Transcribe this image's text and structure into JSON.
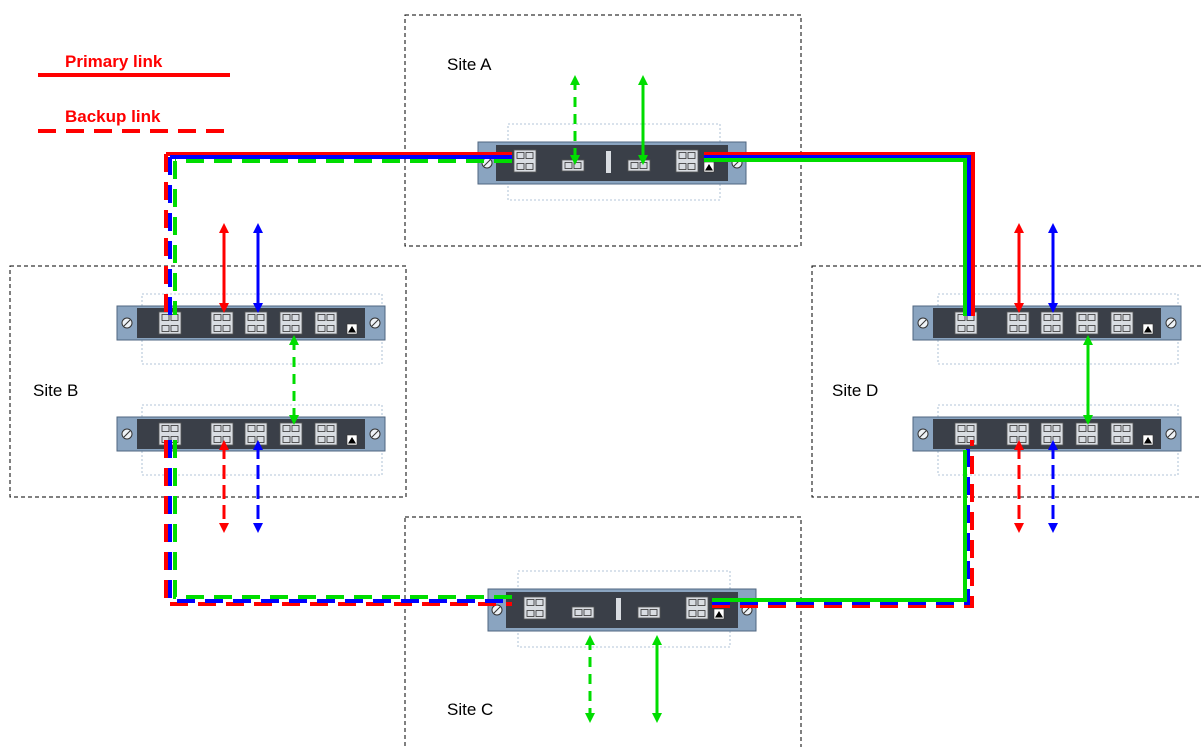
{
  "legend": {
    "primary_label": "Primary link",
    "backup_label": "Backup link"
  },
  "sites": {
    "a": "Site A",
    "b": "Site B",
    "c": "Site C",
    "d": "Site D"
  },
  "colors": {
    "primary": "#ff0000",
    "red": "#ff0000",
    "blue": "#0000ff",
    "green": "#00dd00",
    "site_border": "#000000",
    "chassis": "#8aa4c0",
    "panel": "#3a3f48",
    "port": "#d9dde2"
  },
  "icons": [
    "fiber-port-icon",
    "screw-icon",
    "warning-triangle-icon",
    "bidirectional-arrow-icon"
  ]
}
